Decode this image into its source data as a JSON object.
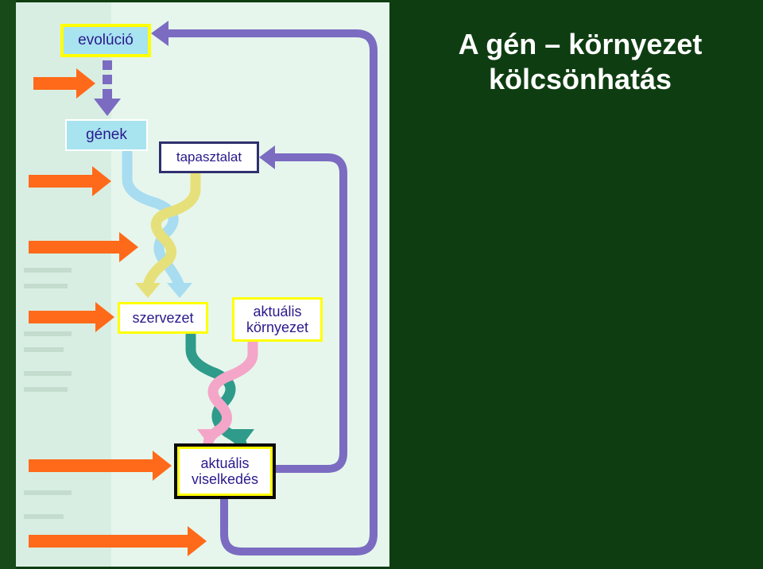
{
  "slide": {
    "title_line1": "A gén – környezet",
    "title_line2": "kölcsönhatás"
  },
  "diagram": {
    "evolucio": "evolúció",
    "genek": "gének",
    "tapasztalat": "tapasztalat",
    "szervezet": "szervezet",
    "aktualis_kornyezet_line1": "aktuális",
    "aktualis_kornyezet_line2": "környezet",
    "aktualis_viselkedes_line1": "aktuális",
    "aktualis_viselkedes_line2": "viselkedés"
  },
  "colors": {
    "background_green": "#0f3d12",
    "panel": "#e6f6ec",
    "feedback_loop": "#7b6cc2",
    "input_arrows": "#ff6a1a",
    "gene_strand": "#a8dcf0",
    "experience_strand": "#e6e07a",
    "organism_strand": "#2f9b8a",
    "environment_strand": "#f4a6c8",
    "label_text": "#2a1a8c",
    "highlight_border": "#ffff00"
  },
  "icons": {
    "input": "orange-arrow-icon",
    "loop": "feedback-arrow-icon",
    "flow": "down-arrow-icon"
  }
}
